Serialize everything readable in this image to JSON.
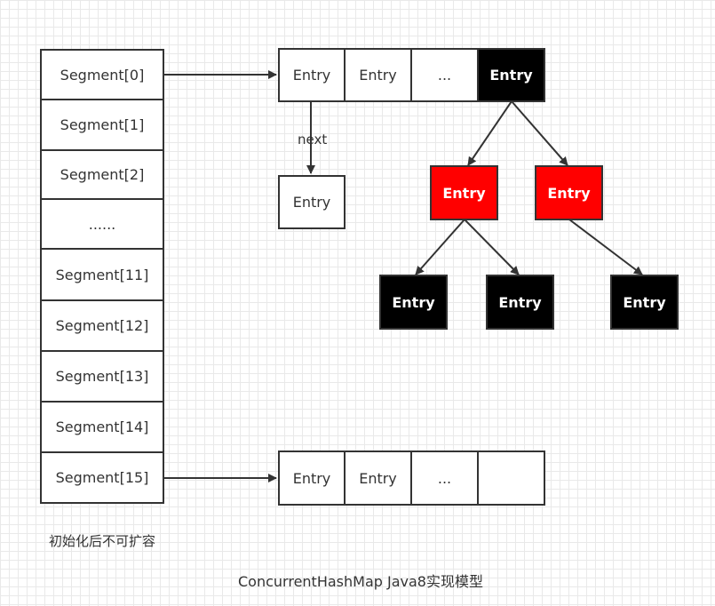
{
  "segments": [
    "Segment[0]",
    "Segment[1]",
    "Segment[2]",
    "......",
    "Segment[11]",
    "Segment[12]",
    "Segment[13]",
    "Segment[14]",
    "Segment[15]"
  ],
  "top_row": [
    "Entry",
    "Entry",
    "...",
    "Entry"
  ],
  "bottom_row": [
    "Entry",
    "Entry",
    "...",
    ""
  ],
  "chain_entry": "Entry",
  "next_label": "next",
  "tree": {
    "red_left": "Entry",
    "red_right": "Entry",
    "leaf_1": "Entry",
    "leaf_2": "Entry",
    "leaf_3": "Entry"
  },
  "note": "初始化后不可扩容",
  "caption": "ConcurrentHashMap Java8实现模型",
  "colors": {
    "stroke": "#333333",
    "red_node": "#ff0000",
    "black_node": "#000000"
  }
}
